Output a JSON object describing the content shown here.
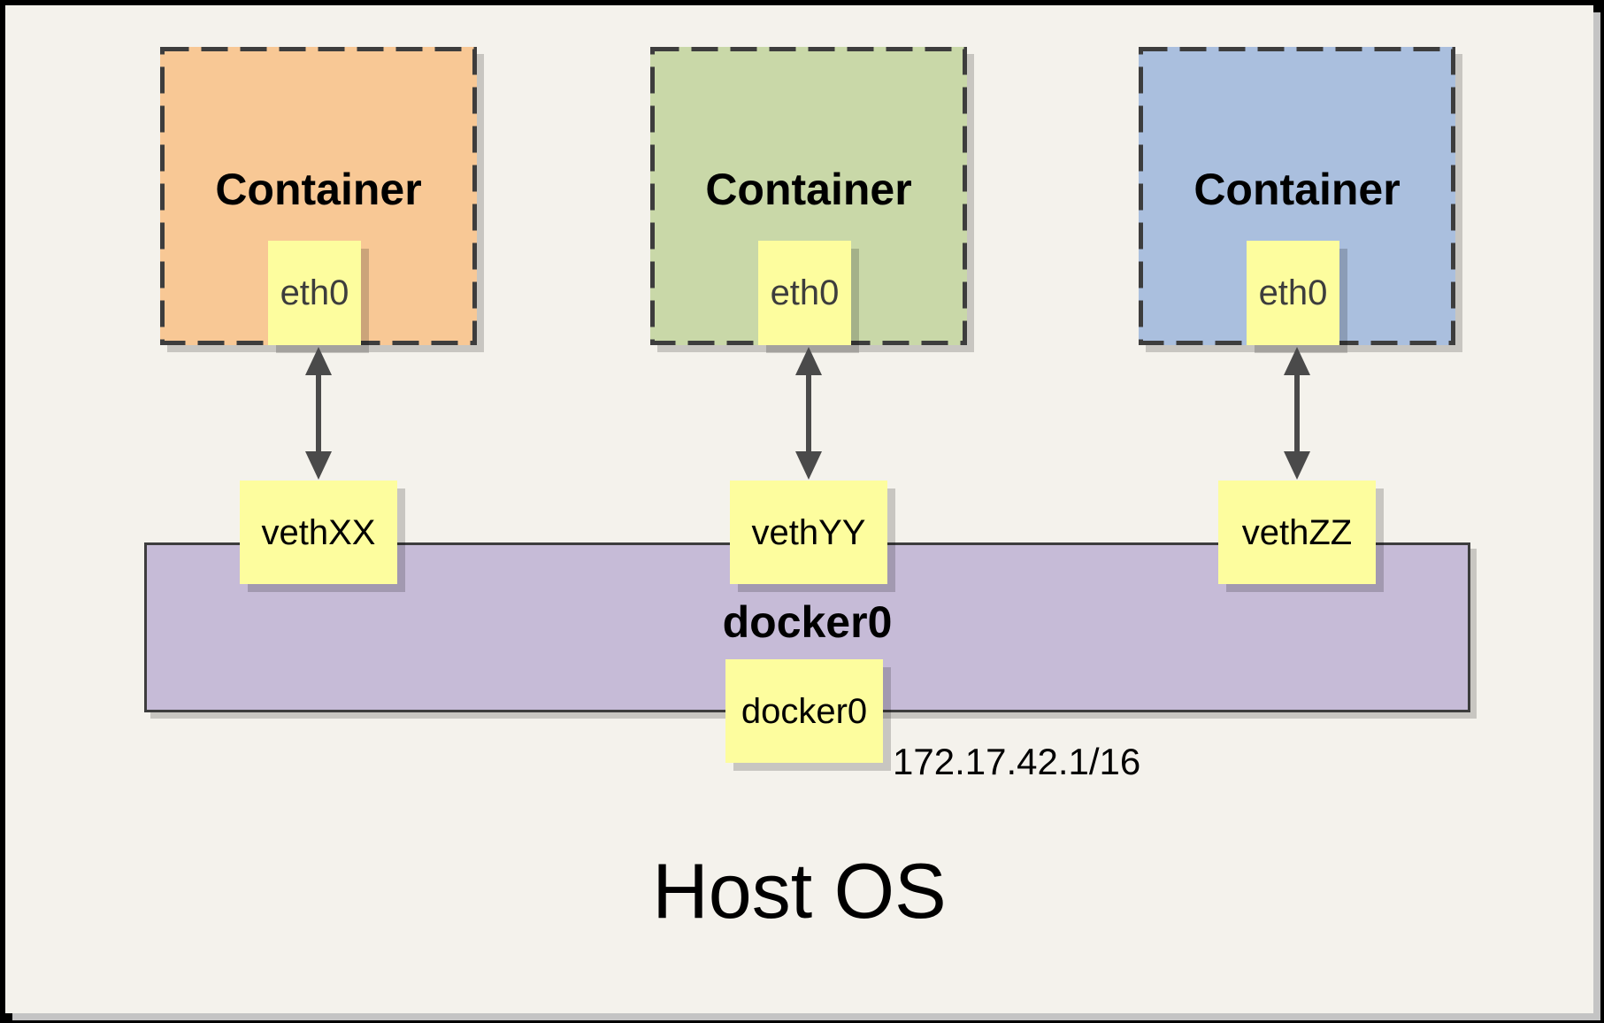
{
  "diagram": {
    "host_os_label": "Host OS",
    "containers": [
      {
        "title": "Container",
        "interface_label": "eth0",
        "veth_label": "vethXX",
        "fill": "#F8C895"
      },
      {
        "title": "Container",
        "interface_label": "eth0",
        "veth_label": "vethYY",
        "fill": "#C9D8A8"
      },
      {
        "title": "Container",
        "interface_label": "eth0",
        "veth_label": "vethZZ",
        "fill": "#AABFDE"
      }
    ],
    "bridge": {
      "label": "docker0",
      "interface_label": "docker0",
      "ip": "172.17.42.1/16",
      "fill": "#C6BBD7"
    },
    "colors": {
      "canvas": "#F4F2EC",
      "frame": "#000000",
      "panel_shadow": "#C4C4C4",
      "note_fill": "#FDFD9E",
      "dashed_border": "#3D3D3D",
      "arrow": "#4A4A4A",
      "text": "#000000"
    }
  }
}
